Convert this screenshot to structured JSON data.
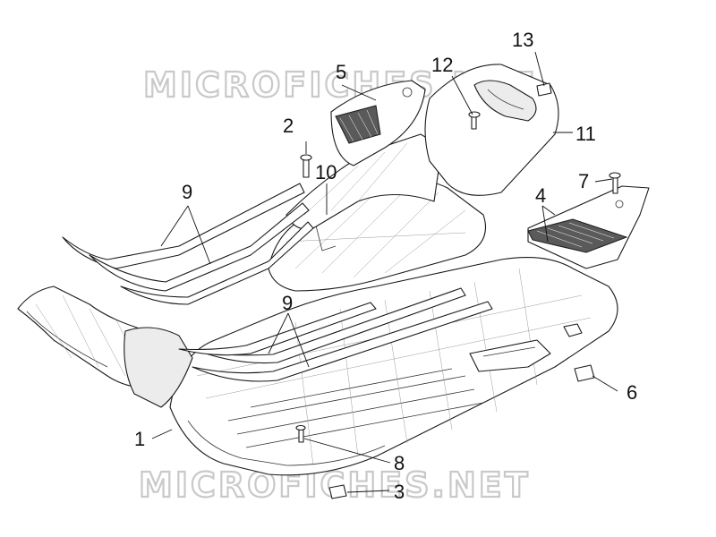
{
  "watermark": "MICROFICHES.NET",
  "callouts": {
    "c1": "1",
    "c2": "2",
    "c3": "3",
    "c4": "4",
    "c5": "5",
    "c6": "6",
    "c7": "7",
    "c8": "8",
    "c9_upper": "9",
    "c9_lower": "9",
    "c10": "10",
    "c11": "11",
    "c12": "12",
    "c13": "13"
  },
  "colors": {
    "line": "#1a1a1a",
    "watermark": "#c9c9c9",
    "footpad_rubber": "#5a5a5a"
  }
}
